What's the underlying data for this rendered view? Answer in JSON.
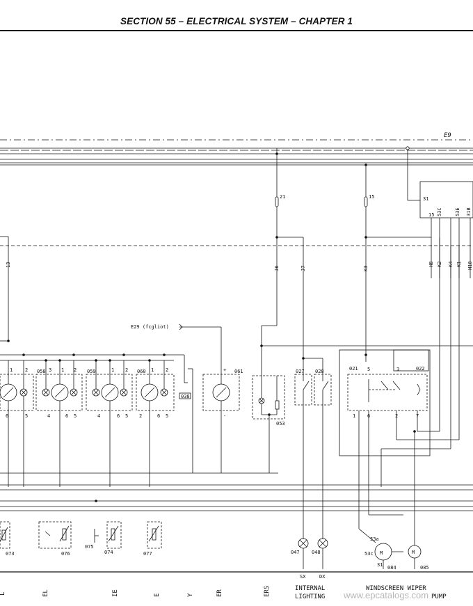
{
  "header": {
    "title": "SECTION 55 – ELECTRICAL SYSTEM – CHAPTER 1"
  },
  "sheet": {
    "ref": "E9"
  },
  "signal": {
    "e29": "E29 (fcgliot)"
  },
  "wires": {
    "w13": "13",
    "j6": "J6",
    "j7": "J7",
    "k3": "K3",
    "h8": "H8",
    "k2": "K2",
    "k4": "K4",
    "k1": "K1",
    "h10": "H10"
  },
  "fuses": {
    "f21": "21",
    "f15": "15"
  },
  "module": {
    "t31": "31",
    "t15": "15",
    "t53c": "53C",
    "t53e": "53E",
    "t31b": "31B"
  },
  "blocks": {
    "b058": "058",
    "b059": "059",
    "b060": "060",
    "b061": "061",
    "b038": "038",
    "b053": "053",
    "b027": "027",
    "b028": "028",
    "b021": "021",
    "b022": "022"
  },
  "sensors": {
    "s073": "073",
    "s076": "076",
    "s075": "075",
    "s074": "074",
    "s077": "077"
  },
  "loads": {
    "l047": "047",
    "l048": "048",
    "l084": "084",
    "l085": "085"
  },
  "pins": {
    "p1": "1",
    "p2": "2",
    "p3": "3",
    "p4": "4",
    "p5": "5",
    "p6": "6",
    "p7": "7",
    "plus": "+",
    "minus": "-",
    "m53a": "53a",
    "m53c": "53c",
    "m31": "31",
    "m": "M"
  },
  "bottom": {
    "sx": "SX",
    "dx": "DX",
    "internal": "INTERNAL",
    "lighting": "LIGHTING",
    "wiper": "WINDSCREEN WIPER",
    "pump": "PUMP",
    "v1": "L",
    "v2": "EL",
    "v3": "IE",
    "v4": "E",
    "v5": "Y",
    "v6": "ER",
    "v7": "ERS"
  },
  "watermark": "www.epcatalogs.com"
}
